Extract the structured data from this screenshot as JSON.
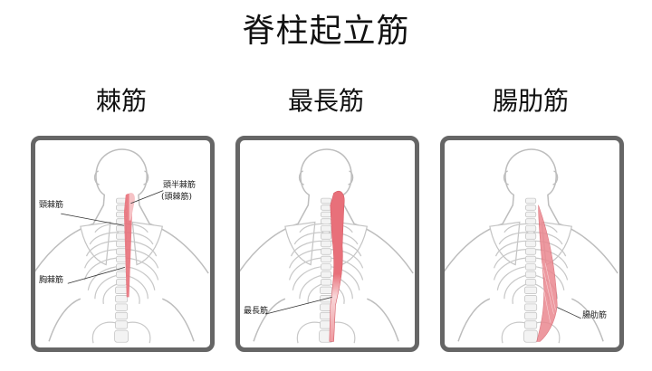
{
  "title": "脊柱起立筋",
  "panels": [
    {
      "heading": "棘筋",
      "labels": {
        "semispinalis": "頭半棘筋",
        "semispinalis_alt": "(頭棘筋)",
        "cervical": "頸棘筋",
        "thoracic": "胸棘筋"
      }
    },
    {
      "heading": "最長筋",
      "labels": {
        "longissimus": "最長筋"
      }
    },
    {
      "heading": "腸肋筋",
      "labels": {
        "iliocostalis": "腸肋筋"
      }
    }
  ],
  "colors": {
    "frame": "#666666",
    "outline": "#bdbdbd",
    "muscle": "#e8707a",
    "muscle_light": "#f6c3c6"
  }
}
